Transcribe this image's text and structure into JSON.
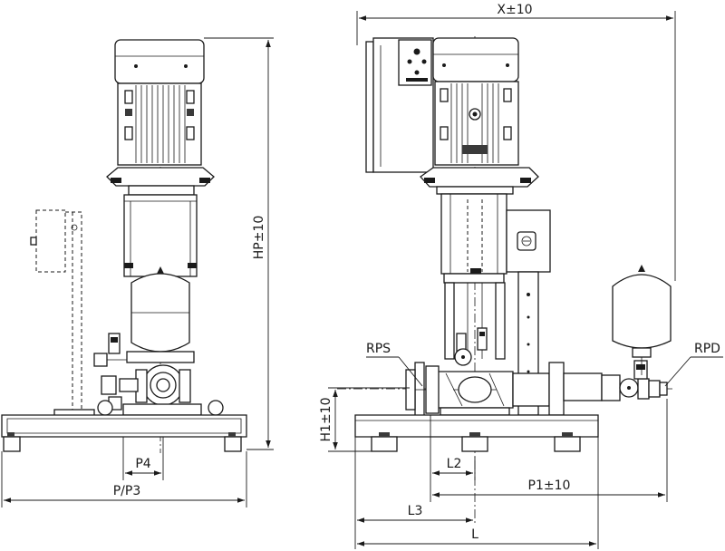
{
  "labels": {
    "x_dim": "X±10",
    "hp_dim": "HP±10",
    "h1_dim": "H1±10",
    "rps": "RPS",
    "rpd": "RPD",
    "p4": "P4",
    "p_p3": "P/P3",
    "l2": "L2",
    "p1_dim": "P1±10",
    "l3": "L3",
    "l": "L"
  }
}
